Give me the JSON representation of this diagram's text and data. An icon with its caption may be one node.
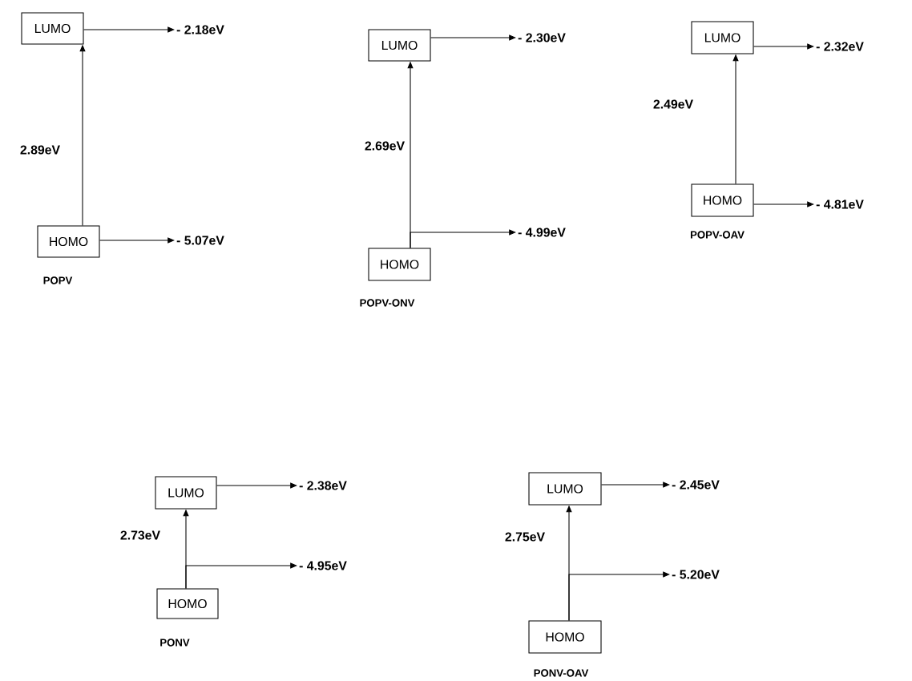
{
  "diagram": {
    "nodes": [
      {
        "text": [
          "LUMO"
        ]
      },
      {
        "text": [
          "HOMO"
        ],
        "beside": [
          "POPV"
        ]
      },
      {
        "text": [
          "- 2.18eV"
        ]
      },
      {
        "text": [
          "- 5.07eV"
        ]
      },
      {
        "text": [
          "LUMO"
        ]
      },
      {
        "text": [
          "HOMO"
        ],
        "beside": [
          "POPV-ONV"
        ]
      },
      {
        "text": [
          "- 2.30eV"
        ]
      },
      {
        "text": [
          "- 4.99eV"
        ]
      },
      {
        "text": [
          "LUMO"
        ]
      },
      {
        "text": [
          "HOMO"
        ],
        "beside": [
          "POPV-OAV"
        ]
      },
      {
        "text": [
          "- 2.32eV"
        ]
      },
      {
        "text": [
          "- 4.81eV"
        ]
      },
      {
        "text": [
          "LUMO"
        ]
      },
      {
        "text": [
          "HOMO"
        ],
        "beside": [
          "PONV"
        ]
      },
      {
        "text": [
          "- 2.38eV"
        ]
      },
      {
        "text": [
          "- 4.95eV"
        ]
      },
      {
        "text": [
          "LUMO"
        ]
      },
      {
        "text": [
          "HOMO"
        ],
        "beside": [
          "PONV-OAV"
        ]
      },
      {
        "text": [
          "- 2.45eV"
        ]
      },
      {
        "text": [
          "- 5.20eV"
        ]
      }
    ],
    "edges": [
      {
        "from": 1,
        "to": 0,
        "arrow": "to",
        "label": "2.89eV"
      },
      {
        "from": 0,
        "to": 2,
        "arrow": "to"
      },
      {
        "from": 1,
        "to": 3,
        "arrow": "to"
      },
      {
        "from": 5,
        "to": 4,
        "arrow": "to",
        "label": "2.69eV"
      },
      {
        "from": 4,
        "to": 6,
        "arrow": "to"
      },
      {
        "from": 5,
        "to": 7,
        "arrow": "to"
      },
      {
        "from": 9,
        "to": 8,
        "arrow": "to",
        "label": "2.49eV"
      },
      {
        "from": 8,
        "to": 10,
        "arrow": "to"
      },
      {
        "from": 9,
        "to": 11,
        "arrow": "to"
      },
      {
        "from": 13,
        "to": 12,
        "arrow": "to",
        "label": "2.73eV"
      },
      {
        "from": 12,
        "to": 14,
        "arrow": "to"
      },
      {
        "from": 13,
        "to": 15,
        "arrow": "to"
      },
      {
        "from": 17,
        "to": 16,
        "arrow": "to",
        "label": "2.75eV"
      },
      {
        "from": 16,
        "to": 18,
        "arrow": "to"
      },
      {
        "from": 17,
        "to": 19,
        "arrow": "to"
      }
    ]
  }
}
